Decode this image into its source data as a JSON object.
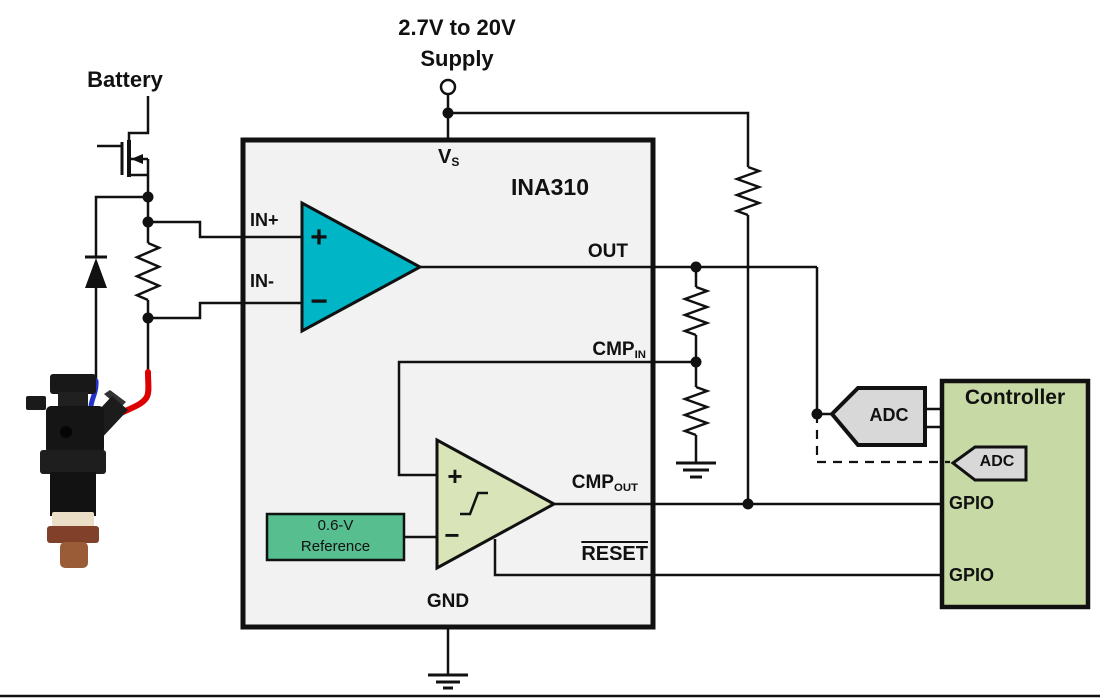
{
  "colors": {
    "wire": "#111111",
    "ic_fill": "#F2F2F2",
    "opamp_teal": "#00B5C6",
    "comparator_green": "#D9E5B8",
    "reference_green": "#57BE90",
    "controller_green": "#C7D9A4",
    "adc_gray": "#D8D8D8",
    "wire_red": "#DD0000",
    "wire_blue": "#2233CC"
  },
  "supply": {
    "line1": "2.7V to 20V",
    "line2": "Supply"
  },
  "battery": {
    "label": "Battery"
  },
  "ina310": {
    "name": "INA310",
    "pins": {
      "vs": {
        "main": "V",
        "sub": "S"
      },
      "in_plus": "IN+",
      "in_minus": "IN-",
      "out": "OUT",
      "cmp_in": {
        "main": "CMP",
        "sub": "IN"
      },
      "cmp_out": {
        "main": "CMP",
        "sub": "OUT"
      },
      "reset": "RESET",
      "gnd": "GND"
    },
    "opamp": {
      "plus": "+",
      "minus": "−"
    },
    "comparator": {
      "plus": "+",
      "minus": "−"
    },
    "reference": {
      "line1": "0.6-V",
      "line2": "Reference"
    }
  },
  "controller": {
    "name": "Controller",
    "adc_top": "ADC",
    "adc_bottom": "ADC",
    "gpio_top": "GPIO",
    "gpio_bottom": "GPIO"
  }
}
